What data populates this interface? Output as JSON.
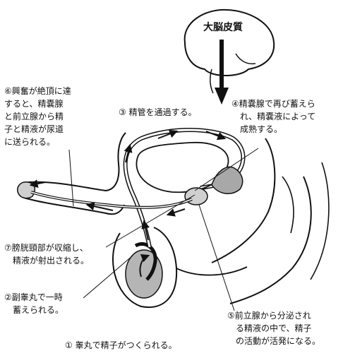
{
  "labels": {
    "brain": "大脳皮質",
    "step1": "① 睾丸で精子がつくられる。",
    "step2": "②副睾丸で一時\n　蓄えられる。",
    "step3": "③ 精管を通過する。",
    "step4": "④精嚢腺で再び蓄えら\n　れ、精嚢液によって\n　成熟する。",
    "step5": "⑤前立腺から分泌され\n　る精液の中で、精子\n　の活動が活発になる。",
    "step6": "⑥興奮が絶頂に達\nすると、精嚢腺\nと前立腺から精\n子と精液が尿道\nに送られる。",
    "step7": "⑦膀胱頸部が収縮し、\n　精液が射出される。"
  }
}
